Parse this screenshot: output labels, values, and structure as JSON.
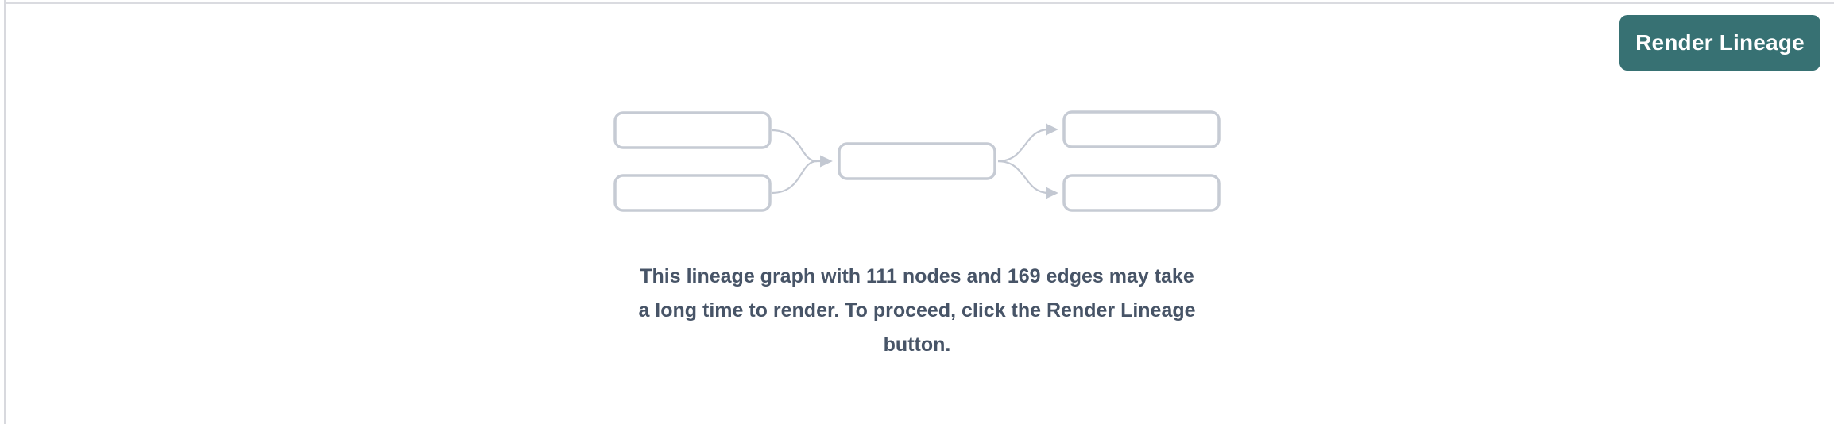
{
  "toolbar": {
    "render_button_label": "Render Lineage"
  },
  "message": {
    "lines": [
      "This lineage graph with 111 nodes and 169 edges may take",
      "a long time to render. To proceed, click the Render Lineage",
      "button."
    ],
    "node_count": "111",
    "edge_count": "169"
  },
  "colors": {
    "button_bg": "#377173",
    "button_text": "#ffffff",
    "message_text": "#475467",
    "node_border": "#c6cbd4",
    "edge_stroke": "#c3c8d2",
    "panel_divider": "#dadbe0",
    "background": "#ffffff"
  }
}
